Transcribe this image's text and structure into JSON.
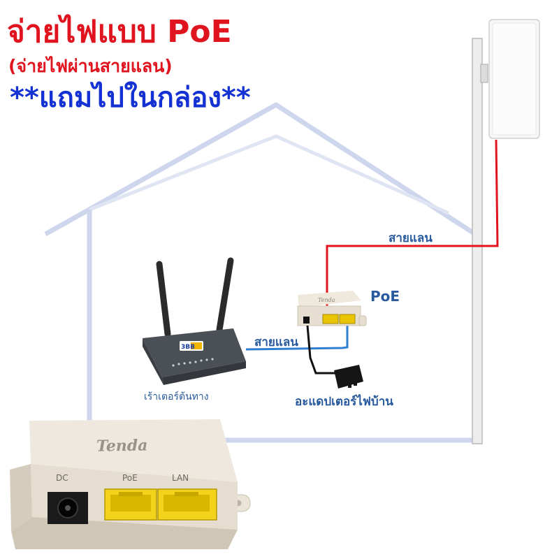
{
  "header": {
    "title": "จ่ายไฟแบบ PoE",
    "subtitle": "(จ่ายไฟผ่านสายแลน)",
    "bonus": "**แถมไปในกล่อง**"
  },
  "diagram": {
    "cable_label_top": "สายแลน",
    "poe_label": "PoE",
    "cable_label_mid": "สายแลน",
    "router_label": "เร้าเตอร์ต้นทาง",
    "adapter_label": "อะแดปเตอร์ไฟบ้าน"
  },
  "device": {
    "brand": "Tenda",
    "small_brand": "Tenda",
    "port_dc": "DC",
    "port_poe": "PoE",
    "port_lan": "LAN",
    "router_badge": "3BB"
  },
  "colors": {
    "title_red": "#e0141e",
    "bonus_blue": "#1431d4",
    "label_blue": "#2a5a9e",
    "lan_red": "#e0141e",
    "lan_blue": "#2f7fd0",
    "house_outline": "#cdd6ec"
  }
}
